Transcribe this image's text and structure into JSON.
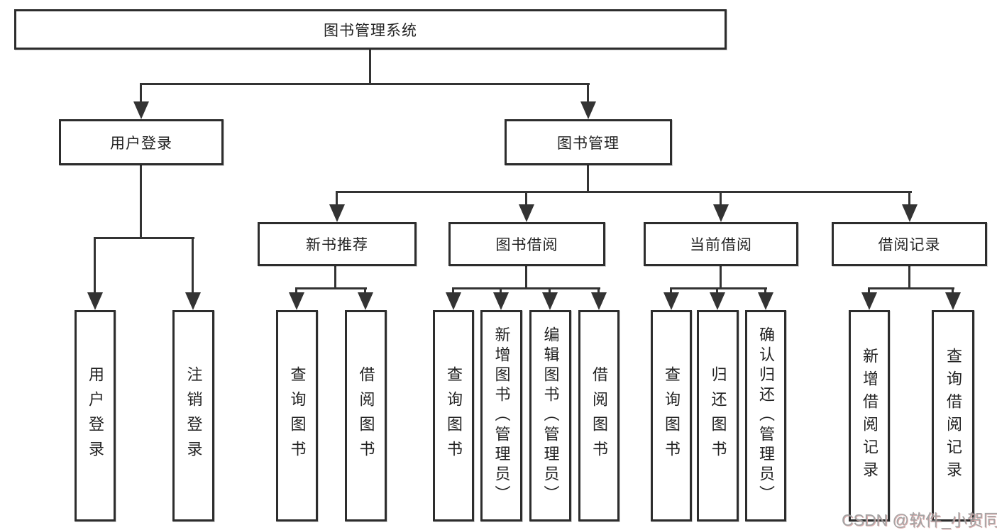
{
  "diagram_title": "图书管理系统",
  "tree": {
    "label": "图书管理系统",
    "children": [
      {
        "label": "用户登录",
        "children": [
          {
            "label": "用户登录"
          },
          {
            "label": "注销登录"
          }
        ]
      },
      {
        "label": "图书管理",
        "children": [
          {
            "label": "新书推荐",
            "children": [
              {
                "label": "查询图书"
              },
              {
                "label": "借阅图书"
              }
            ]
          },
          {
            "label": "图书借阅",
            "children": [
              {
                "label": "查询图书"
              },
              {
                "label": "新增图书（管理员）"
              },
              {
                "label": "编辑图书（管理员）"
              },
              {
                "label": "借阅图书"
              }
            ]
          },
          {
            "label": "当前借阅",
            "children": [
              {
                "label": "查询图书"
              },
              {
                "label": "归还图书"
              },
              {
                "label": "确认归还（管理员）"
              }
            ]
          },
          {
            "label": "借阅记录",
            "children": [
              {
                "label": "新增借阅记录"
              },
              {
                "label": "查询借阅记录"
              }
            ]
          }
        ]
      }
    ]
  },
  "watermark": {
    "text": "CSDN @软件_小贺同学",
    "color": "#9b9b9b",
    "shadow_color": "#d9a6a6"
  },
  "colors": {
    "background": "#ffffff",
    "line": "#333333",
    "box_border": "#2d2d2d",
    "text": "#222222"
  }
}
